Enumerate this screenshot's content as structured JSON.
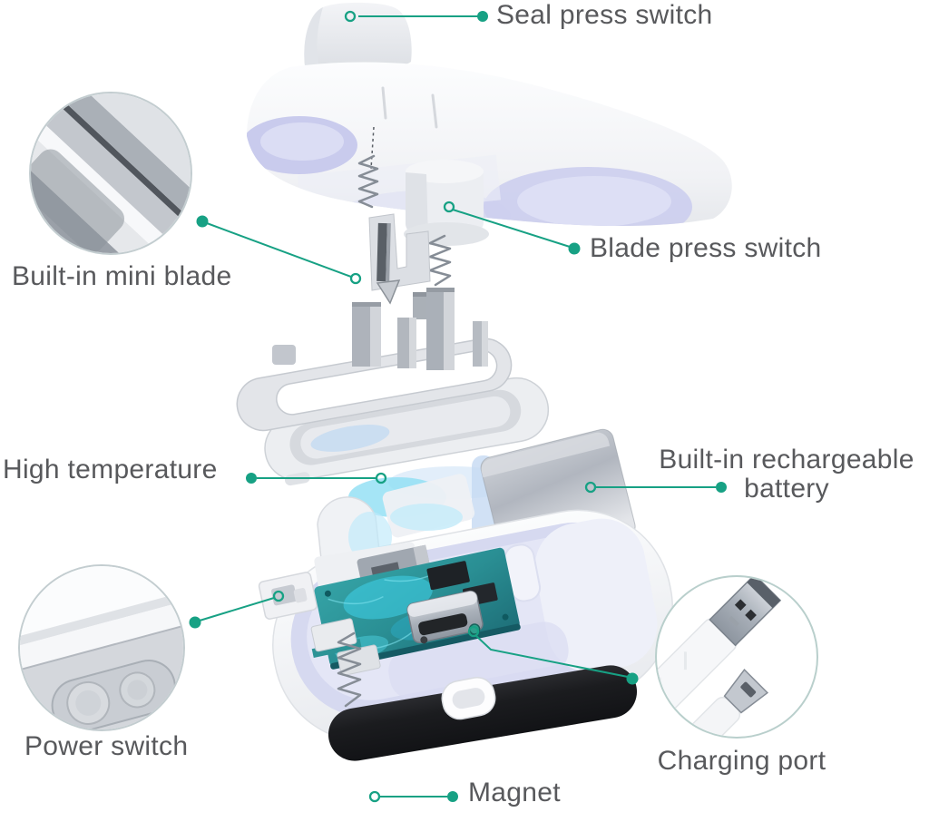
{
  "colors": {
    "accent": "#17A184",
    "label_text": "#58595C",
    "background": "#FFFFFF",
    "magnet_black": "#1B1C1F",
    "pcb_teal": "#2A8F94",
    "glow_cyan": "#49C8E8",
    "cavity_lavender": "#CDD0EE"
  },
  "labels": {
    "seal_press_switch": "Seal press switch",
    "built_in_mini_blade": "Built-in mini blade",
    "blade_press_switch": "Blade press switch",
    "high_temperature": "High temperature",
    "battery_line1": "Built-in rechargeable",
    "battery_line2": "battery",
    "power_switch": "Power switch",
    "magnet": "Magnet",
    "charging_port": "Charging port"
  },
  "insets": {
    "blade": "mini-blade-closeup",
    "power_switch": "power-switch-closeup",
    "charging": "usb-plugs-closeup"
  }
}
